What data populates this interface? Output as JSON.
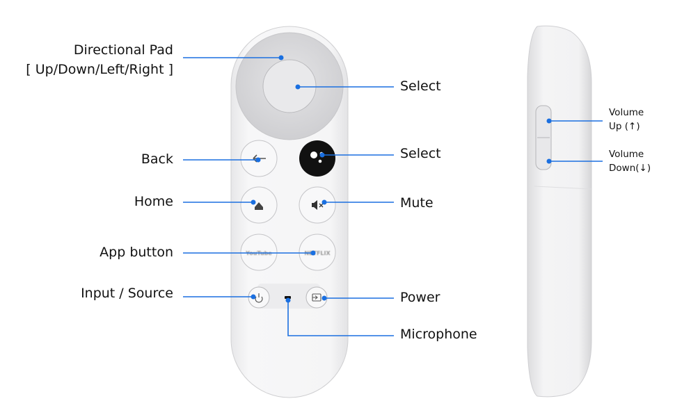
{
  "labels": {
    "dpad": [
      "Directional Pad",
      "[ Up/Down/Left/Right ]"
    ],
    "select_center": "Select",
    "back": "Back",
    "select_assistant": "Select",
    "home": "Home",
    "mute": "Mute",
    "app_button": "App button",
    "input_source": "Input / Source",
    "power": "Power",
    "microphone": "Microphone",
    "volume_up": [
      "Volume",
      "Up (↑)"
    ],
    "volume_down": [
      "Volume",
      "Down(↓)"
    ]
  },
  "app_buttons": [
    "YouTube",
    "NETFLIX"
  ],
  "colors": {
    "accent": "#1a6fe0",
    "remote_body": "#f2f2f2",
    "dpad_ring": "#d9d9db",
    "assistant_button": "#111111"
  },
  "icons": [
    "back-arrow-icon",
    "assistant-icon",
    "home-icon",
    "mute-icon",
    "power-icon",
    "input-icon"
  ]
}
